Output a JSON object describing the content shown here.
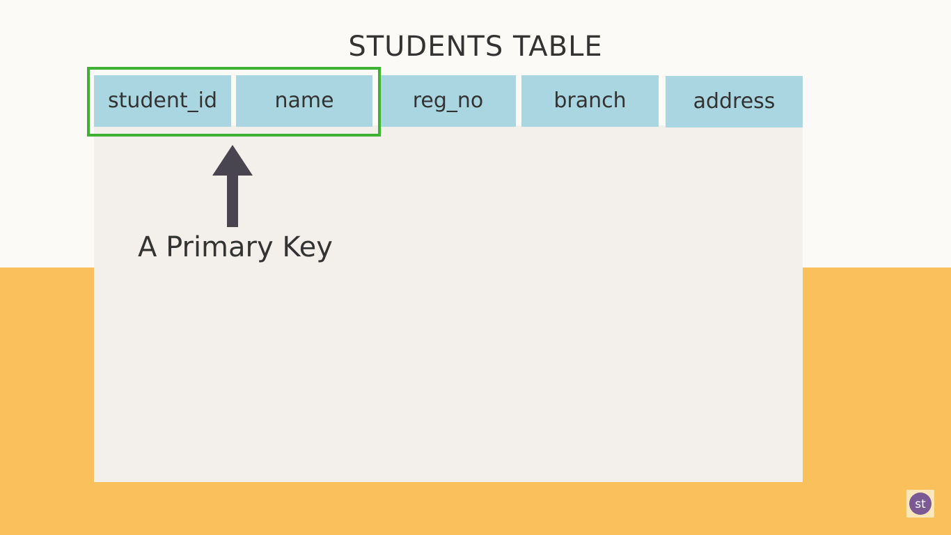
{
  "slide": {
    "title": "STUDENTS TABLE",
    "primary_key_label": "A Primary Key"
  },
  "table": {
    "columns": [
      "student_id",
      "name",
      "reg_no",
      "branch",
      "address"
    ],
    "primary_key_columns": [
      "student_id",
      "name"
    ]
  },
  "logo": {
    "text": "st",
    "icon": "studytonight-logo-icon"
  },
  "colors": {
    "header": "#a9d6e0",
    "highlight": "#3fb233",
    "band": "#f9c05c",
    "arrow": "#484450",
    "logo": "#7b5a94"
  }
}
